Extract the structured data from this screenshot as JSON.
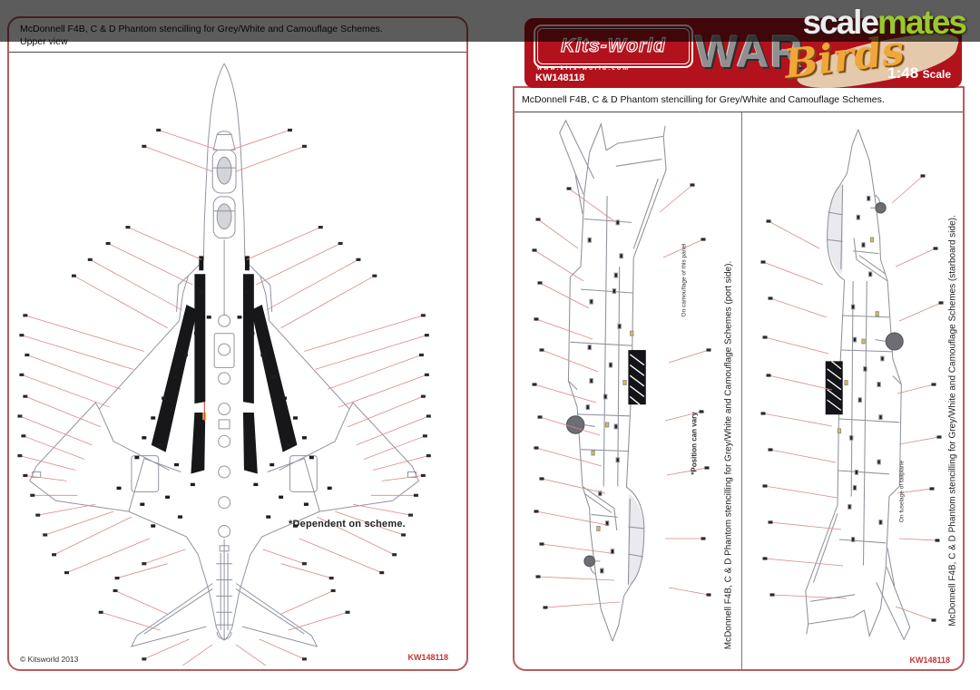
{
  "watermark": {
    "scale": "scale",
    "mates": "mates"
  },
  "left_panel": {
    "title": "McDonnell F4B, C & D Phantom stencilling for Grey/White and Camouflage Schemes.",
    "subtitle": "Upper view",
    "scheme_note": "*Dependent on scheme.",
    "copyright": "© Kitsworld 2013",
    "sheet_code": "KW148118"
  },
  "right_panel": {
    "header": {
      "brand": "Kits-World",
      "brand_url": "www.kits-world.com",
      "product_code": "KW148118",
      "series_word1": "WAR",
      "series_word2": "Birds",
      "scale_value": "1:48",
      "scale_word": "Scale"
    },
    "title": "McDonnell F4B, C & D Phantom stencilling for Grey/White and Camouflage Schemes.",
    "port_view": {
      "caption": "McDonnell F4B, C & D Phantom stencilling for Grey/White and Camouflage Schemes (port side).",
      "note_position": "*Position can vary",
      "note_small": "On camouflage of this panel"
    },
    "starboard_view": {
      "caption": "McDonnell F4B, C & D Phantom stencilling for Grey/White and Camouflage Schemes (starboard side).",
      "note_small": "On fuselage of tailplane"
    },
    "sheet_code": "KW148118"
  },
  "colors": {
    "banner_red": "#b2121c",
    "panel_border": "#b95c5c",
    "callout_red": "#d88888",
    "mates_green": "#9bc832",
    "birds_orange": "#f0a73a"
  }
}
